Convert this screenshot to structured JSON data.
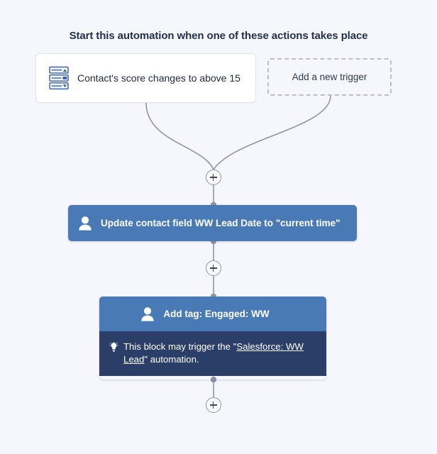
{
  "page": {
    "title": "Start this automation when one of these actions takes place",
    "background_color": "#f6f7fc"
  },
  "theme": {
    "accent_blue": "#4a7ab5",
    "note_navy": "#2b3e68",
    "connector_gray": "#8e95a8",
    "card_border": "#dfe3ec",
    "dashed_border": "#b9bfd0",
    "title_color": "#22314a"
  },
  "triggers": [
    {
      "id": "score-trigger",
      "label": "Contact's score changes to above 15",
      "icon": "score-bars-icon",
      "style": "solid"
    },
    {
      "id": "add-trigger",
      "label": "Add a new trigger",
      "icon": "none",
      "style": "dashed"
    }
  ],
  "actions": [
    {
      "id": "update-contact-field",
      "icon": "contact-person-icon",
      "title": "Update contact field WW Lead Date to \"current time\"",
      "note": null
    },
    {
      "id": "add-tag",
      "icon": "contact-person-icon",
      "title": "Add tag: Engaged: WW",
      "note": {
        "icon": "lightbulb-icon",
        "prefix": "This block may trigger the \"",
        "link": "Salesforce: WW Lead",
        "suffix": "\" automation."
      }
    }
  ],
  "connectors": {
    "add_step_label": "+",
    "nodes": [
      {
        "id": "plus-after-triggers"
      },
      {
        "id": "plus-between-actions"
      },
      {
        "id": "plus-after-last-action"
      }
    ]
  }
}
